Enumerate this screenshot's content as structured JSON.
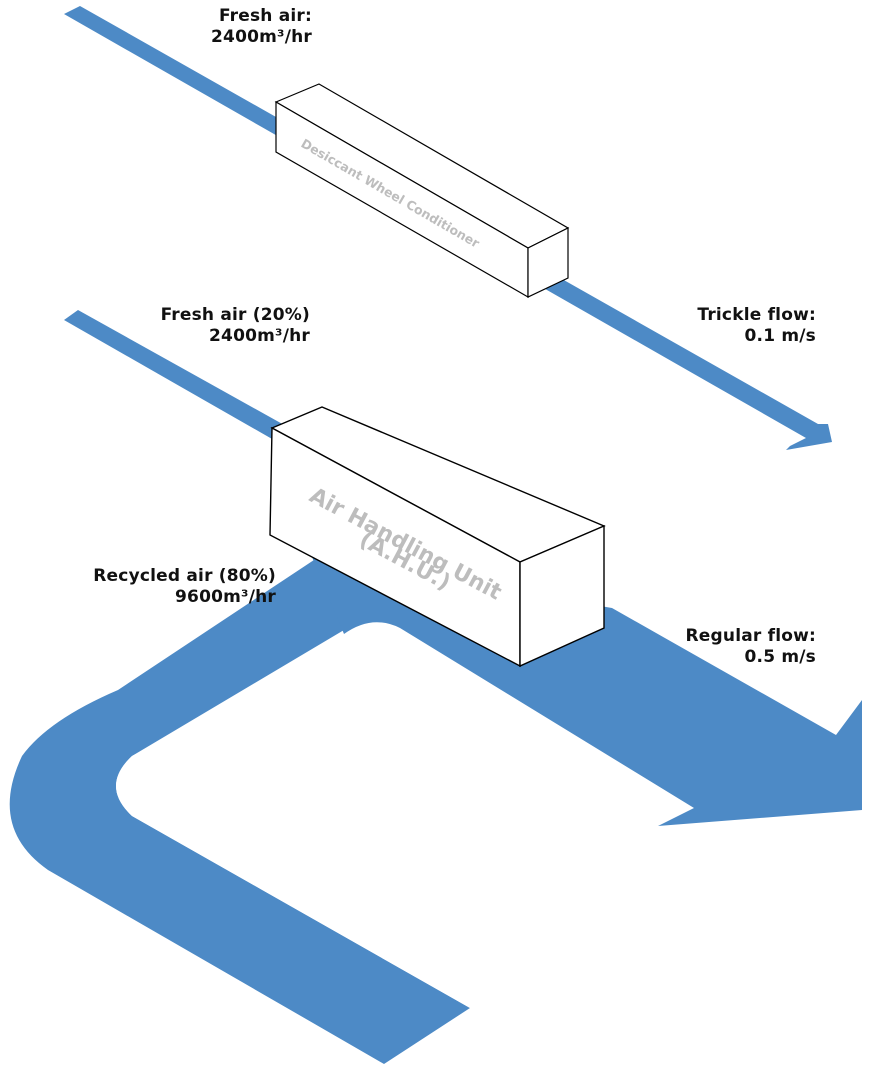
{
  "labels": {
    "fresh_air_top": {
      "line1": "Fresh air:",
      "line2": "2400m³/hr"
    },
    "fresh_air_mid": {
      "line1": "Fresh air (20%)",
      "line2": "2400m³/hr"
    },
    "trickle_flow": {
      "line1": "Trickle flow:",
      "line2": "0.1 m/s"
    },
    "recycled_air": {
      "line1": "Recycled air (80%)",
      "line2": "9600m³/hr"
    },
    "regular_flow": {
      "line1": "Regular flow:",
      "line2": "0.5 m/s"
    }
  },
  "units": {
    "desiccant": "Desiccant Wheel Conditioner",
    "ahu_line1": "Air Handling Unit",
    "ahu_line2": "(A.H.U.)"
  },
  "colors": {
    "flow": "#4d8ac6",
    "box_fill": "#ffffff",
    "box_stroke": "#000000",
    "box_text": "#bdbdbd"
  }
}
